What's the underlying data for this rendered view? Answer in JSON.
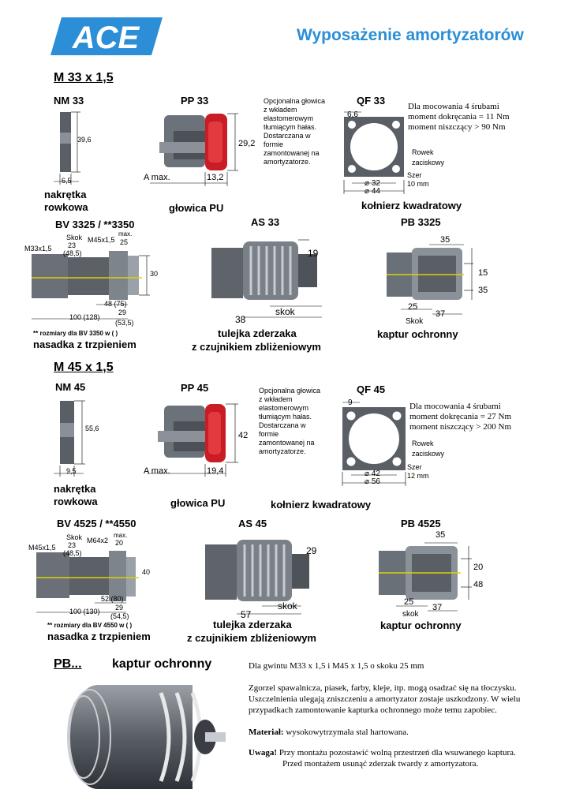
{
  "header": {
    "logo_text": "ACE",
    "title": "Wyposażenie amortyzatorów"
  },
  "m33": {
    "heading": "M 33 x 1,5",
    "nm": {
      "title": "NM 33",
      "dim_h": "39,6",
      "dim_w": "6,5",
      "caption1": "nakrętka",
      "caption2": "rowkowa"
    },
    "pp": {
      "title": "PP 33",
      "dim_d": "29,2",
      "dim_l": "13,2",
      "amax": "A max.",
      "caption": "głowica PU",
      "desc": [
        "Opcjonalna głowica",
        "z wkładem",
        "elastomerowym",
        "tłumiącym hałas.",
        "Dostarczana w",
        "formie",
        "zamontowanej na",
        "amortyzatorze."
      ]
    },
    "qf": {
      "title": "QF 33",
      "dim_hole": "6,6",
      "dim_a": "32",
      "dim_b": "44",
      "groove1": "Rowek",
      "groove2": "zaciskowy",
      "width1": "Szer",
      "width2": "10 mm",
      "caption": "kołnierz kwadratowy",
      "info": [
        "Dla mocowania 4 śrubami",
        "moment dokręcania = 11 Nm",
        "moment niszczący > 90 Nm"
      ]
    },
    "bv": {
      "title": "BV 3325 / **3350",
      "thread": "M33x1,5",
      "skok": "Skok",
      "skok_v": "23",
      "skok_v2": "(48,5)",
      "thread2": "M45x1,5",
      "max": "max.",
      "max_v": "25",
      "d": "30",
      "l1": "48 (75)",
      "l2": "29",
      "l3": "(53,5)",
      "l4": "100 (128)",
      "note": "** rozmiary dla BV 3350 w ( )",
      "caption": "nasadka z trzpieniem"
    },
    "as": {
      "title": "AS 33",
      "d": "19",
      "skok": "skok",
      "l": "38",
      "caption1": "tulejka zderzaka",
      "caption2": "z czujnikiem zbliżeniowym"
    },
    "pb": {
      "title": "PB 3325",
      "a": "35",
      "b": "15",
      "c": "35",
      "d": "25",
      "e": "37",
      "skok": "Skok",
      "caption": "kaptur ochronny"
    }
  },
  "m45": {
    "heading": "M 45 x 1,5",
    "nm": {
      "title": "NM 45",
      "dim_h": "55,6",
      "dim_w": "9,5",
      "caption1": "nakrętka",
      "caption2": "rowkowa"
    },
    "pp": {
      "title": "PP 45",
      "dim_d": "42",
      "dim_l": "19,4",
      "amax": "A max.",
      "caption": "głowica PU",
      "desc": [
        "Opcjonalna głowica",
        "z wkładem",
        "elastomerowym",
        "tłumiącym hałas.",
        "Dostarczana w",
        "formie",
        "zamontowanej na",
        "amortyzatorze."
      ]
    },
    "qf": {
      "title": "QF 45",
      "dim_hole": "9",
      "dim_a": "42",
      "dim_b": "56",
      "groove1": "Rowek",
      "groove2": "zaciskowy",
      "width1": "Szer",
      "width2": "12 mm",
      "caption": "kołnierz kwadratowy",
      "info": [
        "Dla mocowania 4 śrubami",
        "moment dokręcania =  27 Nm",
        "moment niszczący > 200  Nm"
      ]
    },
    "bv": {
      "title": "BV 4525 / **4550",
      "thread": "M45x1,5",
      "skok": "Skok",
      "skok_v": "23",
      "skok_v2": "(48,5)",
      "thread2": "M64x2",
      "max": "max.",
      "max_v": "20",
      "d": "40",
      "l1": "52 (80)",
      "l2": "29",
      "l3": "(54,5)",
      "l4": "100 (130)",
      "note": "** rozmiary dla BV 4550 w ( )",
      "caption": "nasadka z trzpieniem"
    },
    "as": {
      "title": "AS 45",
      "d": "29",
      "skok": "skok",
      "l": "57",
      "caption1": "tulejka zderzaka",
      "caption2": "z czujnikiem zbliżeniowym"
    },
    "pb": {
      "title": "PB 4525",
      "a": "35",
      "b": "20",
      "c": "48",
      "d": "25",
      "e": "37",
      "skok": "skok",
      "caption": "kaptur ochronny"
    }
  },
  "pbsec": {
    "heading": "PB...",
    "subtitle": "kaptur ochronny",
    "p1": "Dla gwintu M33 x 1,5 i M45 x 1,5 o skoku 25 mm",
    "p2": "Zgorzel spawalnicza, piasek, farby, kleje, itp. mogą osadzać się na tłoczysku. Uszczelnienia ulegają zniszczeniu a amortyzator zostaje uszkodzony. W wielu przypadkach zamontowanie kapturka ochronnego może temu zapobiec.",
    "mat_label": "Materiał:",
    "mat_value": " wysokowytrzymała stal hartowana.",
    "warn_label": "Uwaga!",
    "warn_line1": " Przy montażu pozostawić wolną przestrzeń dla wsuwanego kaptura.",
    "warn_line2": "Przed montażem usunąć zderzak twardy z amortyzatora."
  }
}
